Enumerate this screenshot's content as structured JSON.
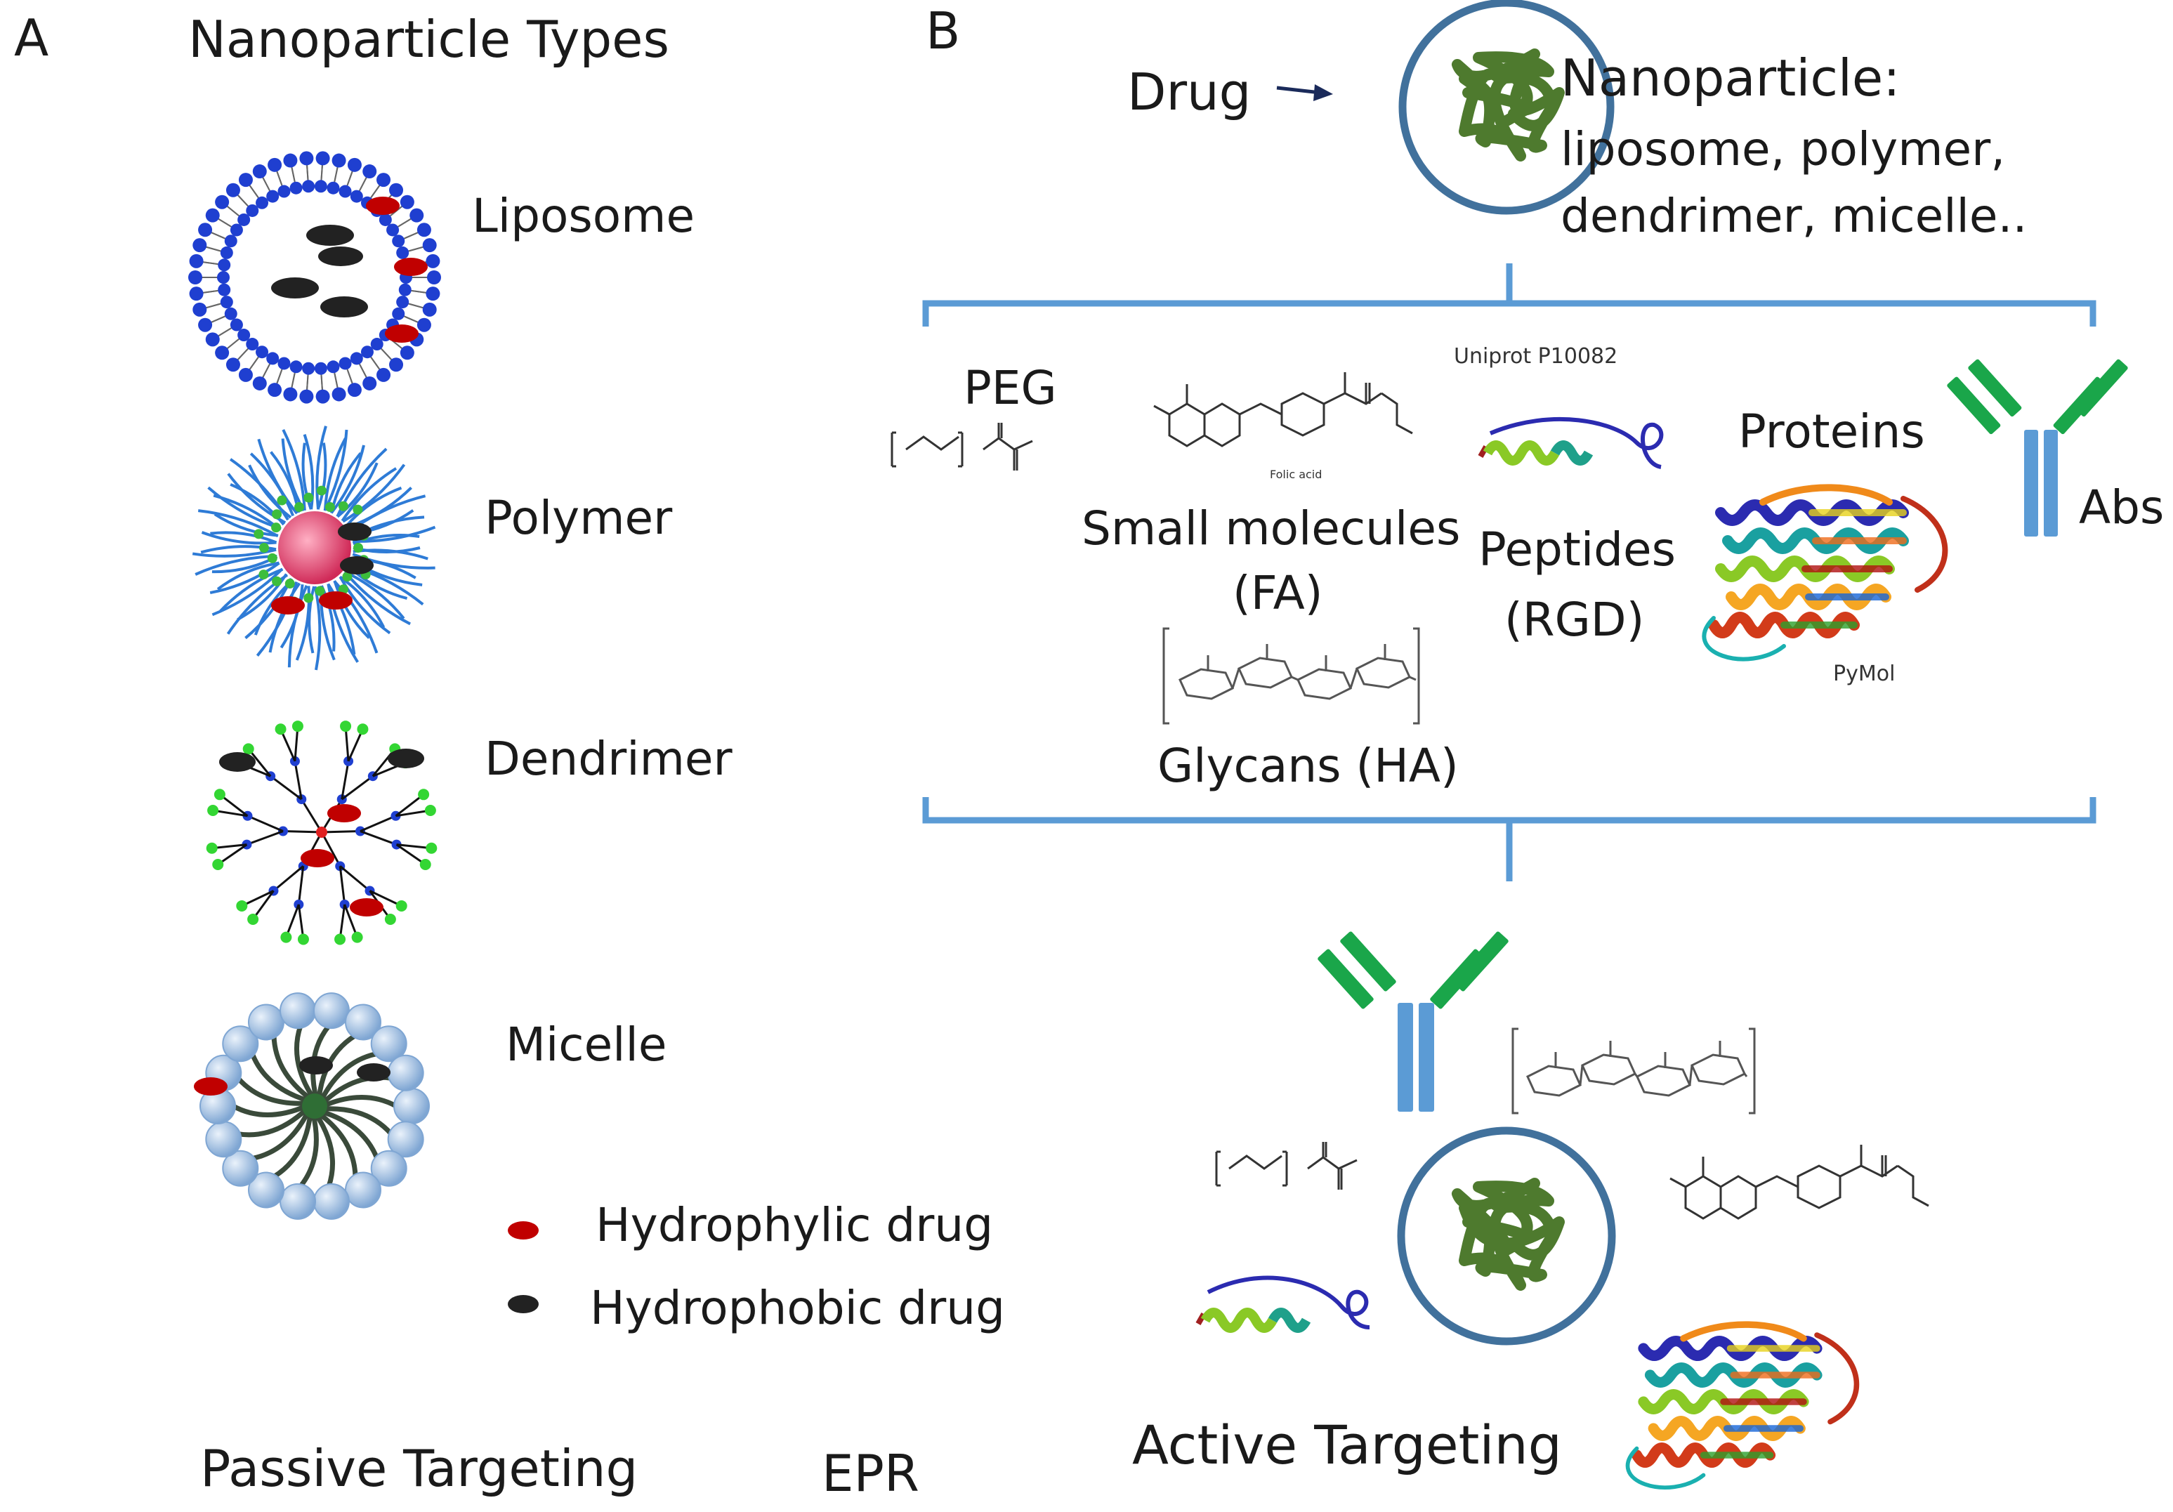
{
  "panel_a": {
    "letter": "A",
    "title": "Nanoparticle Types",
    "types": [
      "Liposome",
      "Polymer",
      "Dendrimer",
      "Micelle"
    ],
    "legend": [
      {
        "label": "Hydrophylic drug",
        "color": "#c00000"
      },
      {
        "label": "Hydrophobic drug",
        "color": "#222222"
      }
    ],
    "passive_label": "Passive Targeting",
    "epr_label": "EPR"
  },
  "panel_b": {
    "letter": "B",
    "drug_label": "Drug",
    "np_title": "Nanoparticle:",
    "np_line1": "liposome, polymer,",
    "np_line2": "dendrimer, micelle..",
    "peg_label": "PEG",
    "uniprot_label": "Uniprot P10082",
    "folic_caption": "Folic acid",
    "small_mol_line1": "Small molecules",
    "small_mol_line2": "(FA)",
    "peptides_line1": "Peptides",
    "peptides_line2": "(RGD)",
    "glycans_label": "Glycans (HA)",
    "proteins_label": "Proteins",
    "abs_label": "Abs",
    "pymol_label": "PyMol",
    "active_label": "Active Targeting"
  },
  "colors": {
    "bracket": "#5b9bd5",
    "np_ring": "#41719c",
    "np_core": "#4e7a2e",
    "antibody_green": "#1aa64a",
    "antibody_blue": "#5b9bd5",
    "liposome_head": "#1f3fd0",
    "polymer_tail": "#2e7bd6",
    "polymer_core": "#e0406a",
    "micelle_bead": "#a9c6e8"
  }
}
